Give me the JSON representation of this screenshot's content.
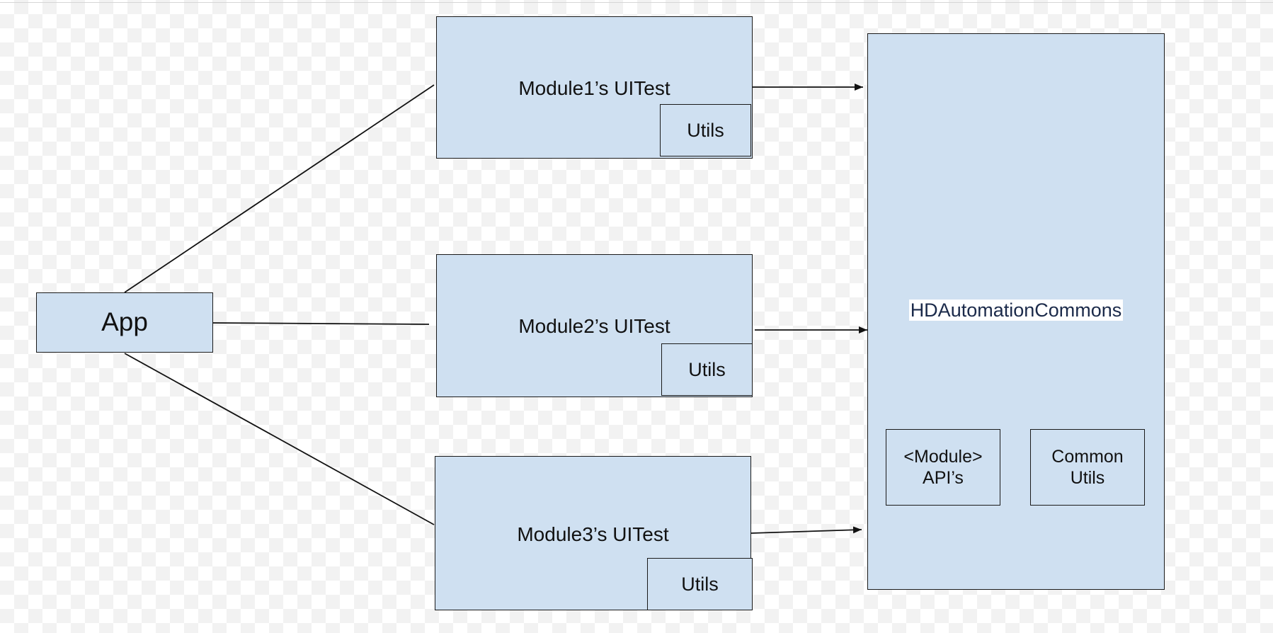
{
  "nodes": {
    "app": "App",
    "module1": {
      "title": "Module1’s UITest",
      "utils": "Utils"
    },
    "module2": {
      "title": "Module2’s UITest",
      "utils": "Utils"
    },
    "module3": {
      "title": "Module3’s UITest",
      "utils": "Utils"
    },
    "commons": {
      "title": "HDAutomationCommons",
      "module_apis": "<Module>\nAPI’s",
      "common_utils": "Common\nUtils"
    }
  },
  "colors": {
    "box_fill": "#cfe0f1",
    "stroke": "#1a1a1a"
  }
}
